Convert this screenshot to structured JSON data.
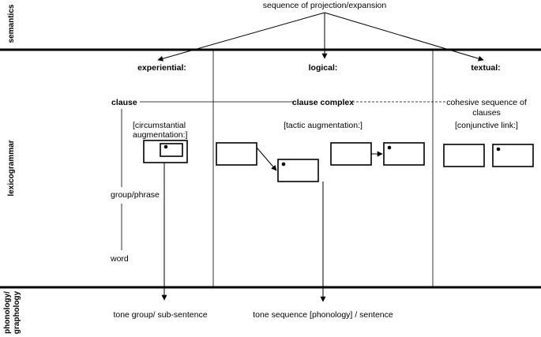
{
  "strata": {
    "semantics": "semantics",
    "lexicogrammar": "lexicogrammar",
    "phonology_line1": "phonology/",
    "phonology_line2": "graphology"
  },
  "top": {
    "title": "sequence of projection/expansion"
  },
  "metafunctions": {
    "experiential": "experiential:",
    "logical": "logical:",
    "textual": "textual:"
  },
  "ranks": {
    "clause": "clause",
    "clause_complex": "clause complex",
    "cohesive_line1": "cohesive sequence of",
    "cohesive_line2": "clauses",
    "group_phrase": "group/phrase",
    "word": "word"
  },
  "brackets": {
    "circumstantial_line1": "[circumstantial",
    "circumstantial_line2": "augmentation:]",
    "tactic": "[tactic augmentation:]",
    "conjunctive": "[conjunctive link:]"
  },
  "bottom": {
    "tone_group": "tone group/ sub-sentence",
    "tone_sequence": "tone sequence [phonology] / sentence"
  }
}
